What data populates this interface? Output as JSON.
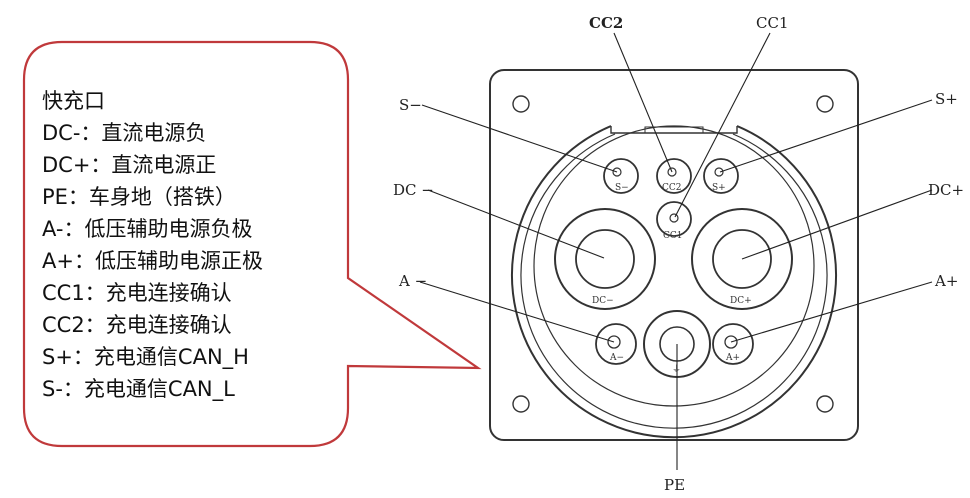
{
  "legend": {
    "title": "快充口",
    "items": [
      "DC-：直流电源负",
      "DC+：直流电源正",
      "PE：车身地（搭铁）",
      "A-：低压辅助电源负极",
      "A+：低压辅助电源正极",
      "CC1：充电连接确认",
      "CC2：充电连接确认",
      "S+：充电通信CAN_H",
      "S-：充电通信CAN_L"
    ]
  },
  "callout_labels": {
    "cc2": "CC2",
    "cc1": "CC1",
    "s_minus": "S−",
    "s_plus": "S+",
    "dc_minus": "DC −",
    "dc_plus": "DC+",
    "a_minus": "A −",
    "a_plus": "A+",
    "pe": "PE"
  },
  "pin_marks": {
    "s_minus": "S−",
    "cc2": "CC2",
    "s_plus": "S+",
    "cc1": "CC1",
    "dc_minus": "DC−",
    "dc_plus": "DC+",
    "a_minus": "A−",
    "a_plus": "A+",
    "pe": "⏚"
  },
  "colors": {
    "callout_border": "#c0393b",
    "line": "#222222"
  }
}
